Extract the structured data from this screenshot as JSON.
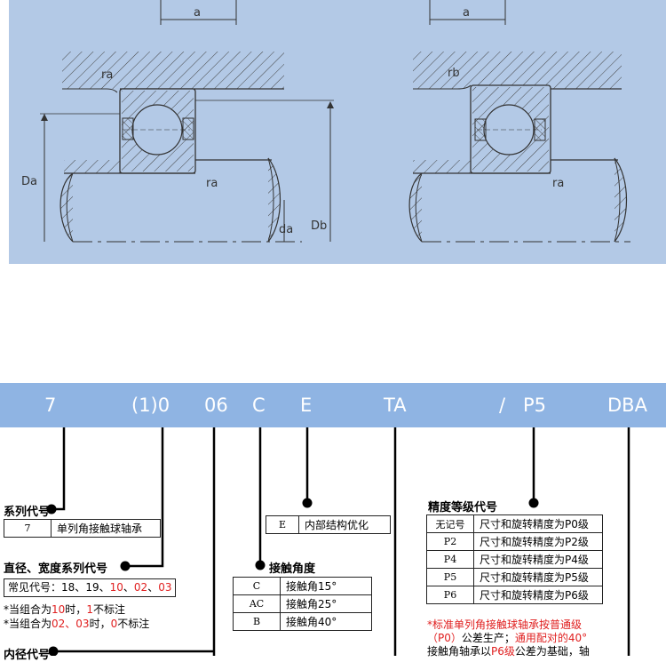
{
  "drawing": {
    "labels": {
      "a_left": "a",
      "a_right": "a",
      "ra_top": "ra",
      "rb_top": "rb",
      "Da": "Da",
      "ra_mid_left": "ra",
      "da": "da",
      "Db": "Db",
      "ra_mid_right": "ra"
    }
  },
  "code_bar": {
    "codes": [
      "7",
      "(1)0",
      "06",
      "C",
      "E",
      "TA",
      "/",
      "P5",
      "DBA"
    ]
  },
  "series_code": {
    "title": "系列代号",
    "table": [
      [
        "7",
        "单列角接触球轴承"
      ]
    ]
  },
  "diameter_width": {
    "title": "直径、宽度系列代号",
    "common_prefix": "常见代号：",
    "common_values": [
      "18",
      "19",
      "10",
      "02",
      "03"
    ],
    "common_sep": "、",
    "note1_a": "*当组合为",
    "note1_b": "10",
    "note1_c": "时，",
    "note1_d": "1",
    "note1_e": "不标注",
    "note2_a": "*当组合为",
    "note2_b": "02、03",
    "note2_c": "时，",
    "note2_d": "0",
    "note2_e": "不标注"
  },
  "bore_code": {
    "title": "内径代号"
  },
  "structure": {
    "table": [
      [
        "E",
        "内部结构优化"
      ]
    ]
  },
  "contact_angle": {
    "title": "接触角度",
    "table": [
      [
        "C",
        "接触角15°"
      ],
      [
        "AC",
        "接触角25°"
      ],
      [
        "B",
        "接触角40°"
      ]
    ]
  },
  "precision": {
    "title": "精度等级代号",
    "table": [
      [
        "无记号",
        "尺寸和旋转精度为P0级"
      ],
      [
        "P2",
        "尺寸和旋转精度为P2级"
      ],
      [
        "P4",
        "尺寸和旋转精度为P4级"
      ],
      [
        "P5",
        "尺寸和旋转精度为P5级"
      ],
      [
        "P6",
        "尺寸和旋转精度为P6级"
      ]
    ],
    "note_line1": "*标准单列角接触球轴承按普通级",
    "note_line2a": "（P0）",
    "note_line2b": "公差生产；",
    "note_line2c": "通用配对的40°",
    "note_line3a": "接触角轴承以",
    "note_line3b": "P6级",
    "note_line3c": "公差为基础，轴"
  },
  "colors": {
    "drawing_bg": "#b3c9e6",
    "bar_bg": "#8fb4e3",
    "accent_red": "#e02020",
    "line": "#000000"
  }
}
